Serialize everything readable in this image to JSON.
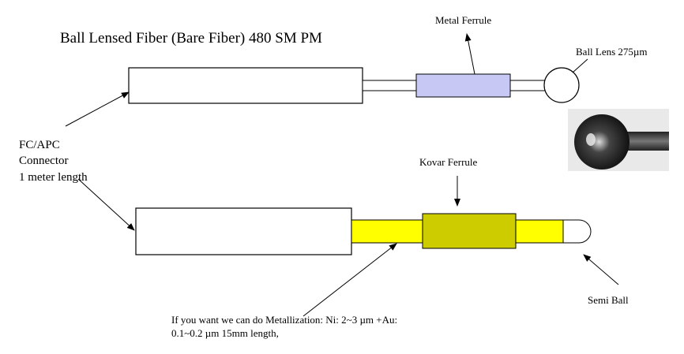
{
  "title": "Ball Lensed Fiber (Bare Fiber) 480 SM PM",
  "labels": {
    "metal_ferrule": "Metal Ferrule",
    "ball_lens": "Ball Lens 275µm",
    "connector_line1": "FC/APC",
    "connector_line2": "Connector",
    "connector_line3": "1 meter length",
    "kovar_ferrule": "Kovar Ferrule",
    "semi_ball": "Semi Ball",
    "metallization_line1": "If you want we can do Metallization: Ni: 2~3 µm +Au:",
    "metallization_line2": "0.1~0.2 µm 15mm length,"
  },
  "photo": {
    "subject": "ball-lens-fiber-photo"
  },
  "colors": {
    "metal_ferrule_fill": "#c8c8f4",
    "kovar_ferrule_fill": "#cccc00",
    "yellow_fiber_fill": "#ffff00",
    "stroke": "#000000"
  }
}
